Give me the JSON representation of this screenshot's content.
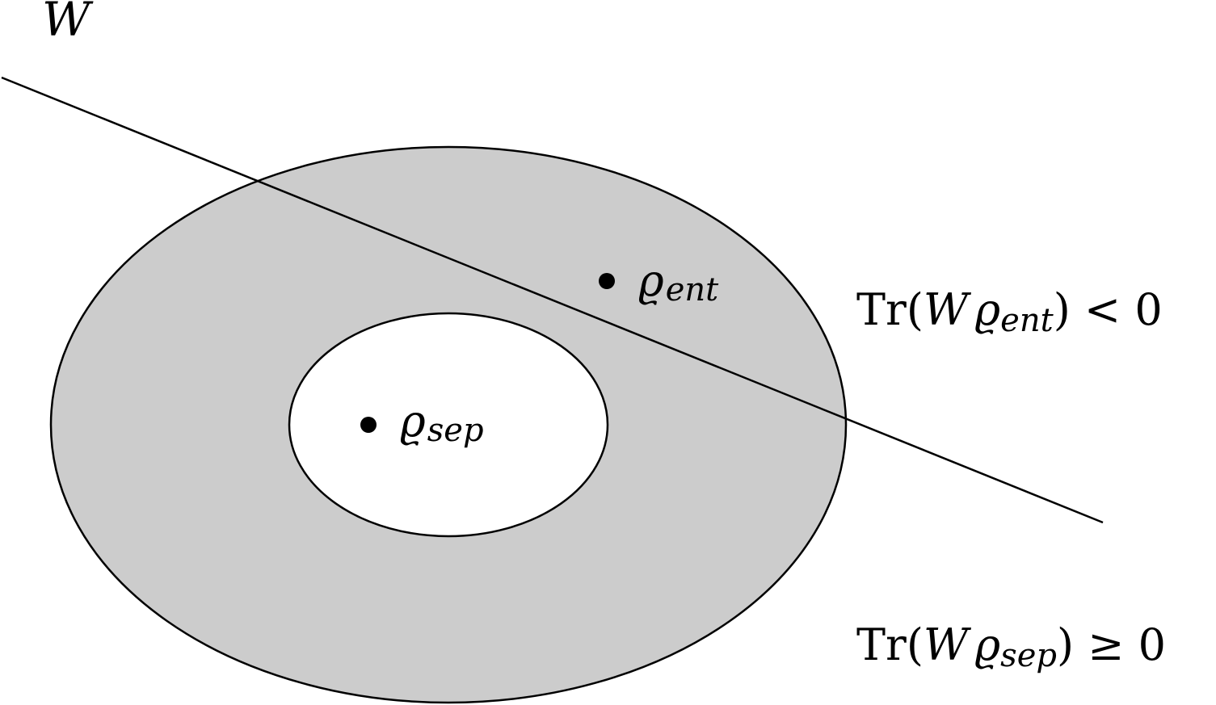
{
  "witness": {
    "label": "W"
  },
  "points": {
    "entangled": {
      "symbol": "ϱ",
      "subscript": "ent"
    },
    "separable": {
      "symbol": "ϱ",
      "subscript": "sep"
    }
  },
  "conditions": {
    "entangled": {
      "prefix": "Tr(",
      "operator": "W",
      "symbol": "ϱ",
      "subscript": "ent",
      "suffix": ") < 0"
    },
    "separable": {
      "prefix": "Tr(",
      "operator": "W",
      "symbol": "ϱ",
      "subscript": "sep",
      "suffix": ") ≥ 0"
    }
  },
  "colors": {
    "outer_set_fill": "#cccccc",
    "inner_set_fill": "#ffffff",
    "stroke": "#000000"
  }
}
